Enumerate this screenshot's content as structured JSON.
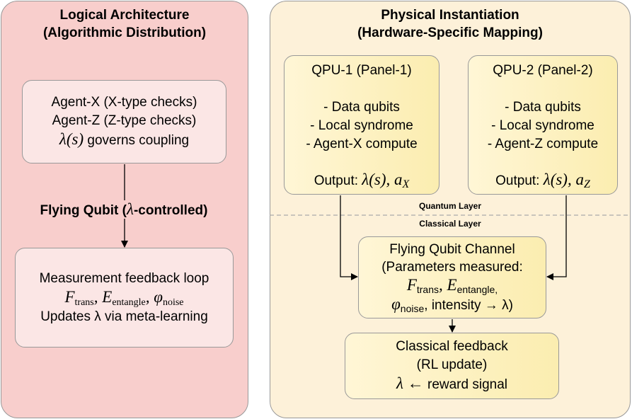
{
  "logical": {
    "title_line1": "Logical Architecture",
    "title_line2": "(Algorithmic Distribution)",
    "agents_box": {
      "line1": "Agent-X (X-type checks)",
      "line2": "Agent-Z (Z-type checks)",
      "line3_math": "λ(s)",
      "line3_text": "governs coupling"
    },
    "flying_qubit": {
      "prefix": "Flying Qubit (",
      "lambda": "λ",
      "suffix": "-controlled)"
    },
    "feedback_box": {
      "line1": "Measurement feedback loop",
      "F": "F",
      "F_sub": "trans",
      "E": "E",
      "E_sub": "entangle",
      "phi": "φ",
      "phi_sub": "noise",
      "line3": "Updates λ via meta-learning"
    }
  },
  "physical": {
    "title_line1": "Physical Instantiation",
    "title_line2": "(Hardware-Specific Mapping)",
    "qpu1": {
      "title": "QPU-1 (Panel-1)",
      "items": [
        "- Data qubits",
        "- Local syndrome",
        "- Agent-X compute"
      ],
      "output_label": "Output:",
      "output_math": "λ(s), a",
      "output_sub": "X"
    },
    "qpu2": {
      "title": "QPU-2 (Panel-2)",
      "items": [
        "- Data qubits",
        "- Local syndrome",
        "- Agent-Z compute"
      ],
      "output_label": "Output:",
      "output_math": "λ(s), a",
      "output_sub": "Z"
    },
    "quantum_layer_label": "Quantum Layer",
    "classical_layer_label": "Classical Layer",
    "channel": {
      "line1": "Flying Qubit Channel",
      "line2": "(Parameters measured:",
      "F": "F",
      "F_sub": "trans",
      "E": "E",
      "E_sub": "entangle,",
      "phi": "φ",
      "phi_sub": "noise",
      "line4_text": ", intensity → λ)"
    },
    "classical_feedback": {
      "line1": "Classical feedback",
      "line2": "(RL update)",
      "line3_math": "λ ←",
      "line3_text": "reward signal"
    }
  },
  "colors": {
    "left_panel": "#f8cecc",
    "right_panel": "#fdf1d9",
    "border": "#999999",
    "divider": "#aaaaaa"
  }
}
